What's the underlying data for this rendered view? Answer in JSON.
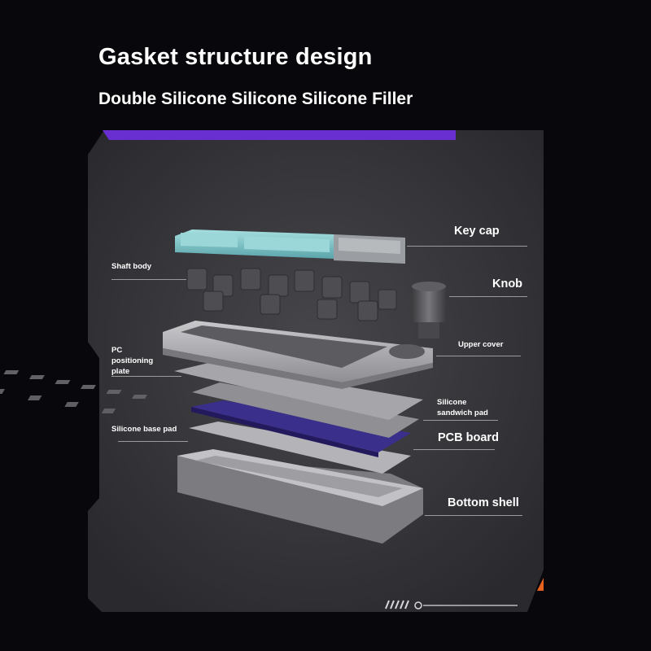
{
  "header": {
    "title": "Gasket structure design",
    "subtitle": "Double Silicone Silicone Silicone Filler"
  },
  "labels": {
    "key_cap": "Key cap",
    "shaft_body": "Shaft body",
    "knob": "Knob",
    "upper_cover": "Upper cover",
    "pc_plate_line1": "PC",
    "pc_plate_line2": "positioning",
    "pc_plate_line3": "plate",
    "silicone_sandwich_line1": "Silicone",
    "silicone_sandwich_line2": "sandwich pad",
    "silicone_base": "Silicone base pad",
    "pcb_board": "PCB board",
    "bottom_shell": "Bottom shell"
  },
  "colors": {
    "background": "#08070b",
    "panel": "#3a3a3e",
    "accent_purple": "#6a2fd0",
    "accent_orange": "#e8621f",
    "keycap_teal": "#7cc2c6",
    "pcb_purple": "#3a2f8a"
  }
}
